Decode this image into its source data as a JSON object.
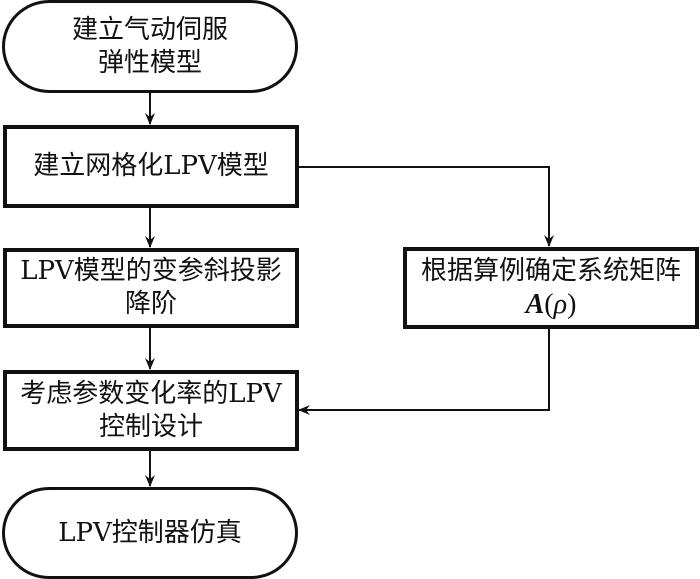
{
  "diagram": {
    "type": "flowchart",
    "nodes": {
      "start": {
        "lines": [
          "建立气动伺服",
          "弹性模型"
        ],
        "shape": "terminal"
      },
      "grid_lpv": {
        "lines": [
          "建立网格化LPV模型"
        ],
        "shape": "process"
      },
      "reduction": {
        "lines": [
          "LPV模型的变参斜投影",
          "降阶"
        ],
        "shape": "process"
      },
      "control_design": {
        "lines": [
          "考虑参数变化率的LPV",
          "控制设计"
        ],
        "shape": "process"
      },
      "simulation": {
        "lines": [
          "LPV控制器仿真"
        ],
        "shape": "terminal"
      },
      "system_matrix": {
        "lines": [
          "根据算例确定系统矩阵"
        ],
        "math_bold": "A",
        "math_open": "(",
        "math_var": "ρ",
        "math_close": ")",
        "shape": "process"
      }
    },
    "edges": [
      {
        "from": "start",
        "to": "grid_lpv"
      },
      {
        "from": "grid_lpv",
        "to": "reduction"
      },
      {
        "from": "grid_lpv",
        "to": "system_matrix"
      },
      {
        "from": "reduction",
        "to": "control_design"
      },
      {
        "from": "system_matrix",
        "to": "control_design"
      },
      {
        "from": "control_design",
        "to": "simulation"
      }
    ]
  }
}
